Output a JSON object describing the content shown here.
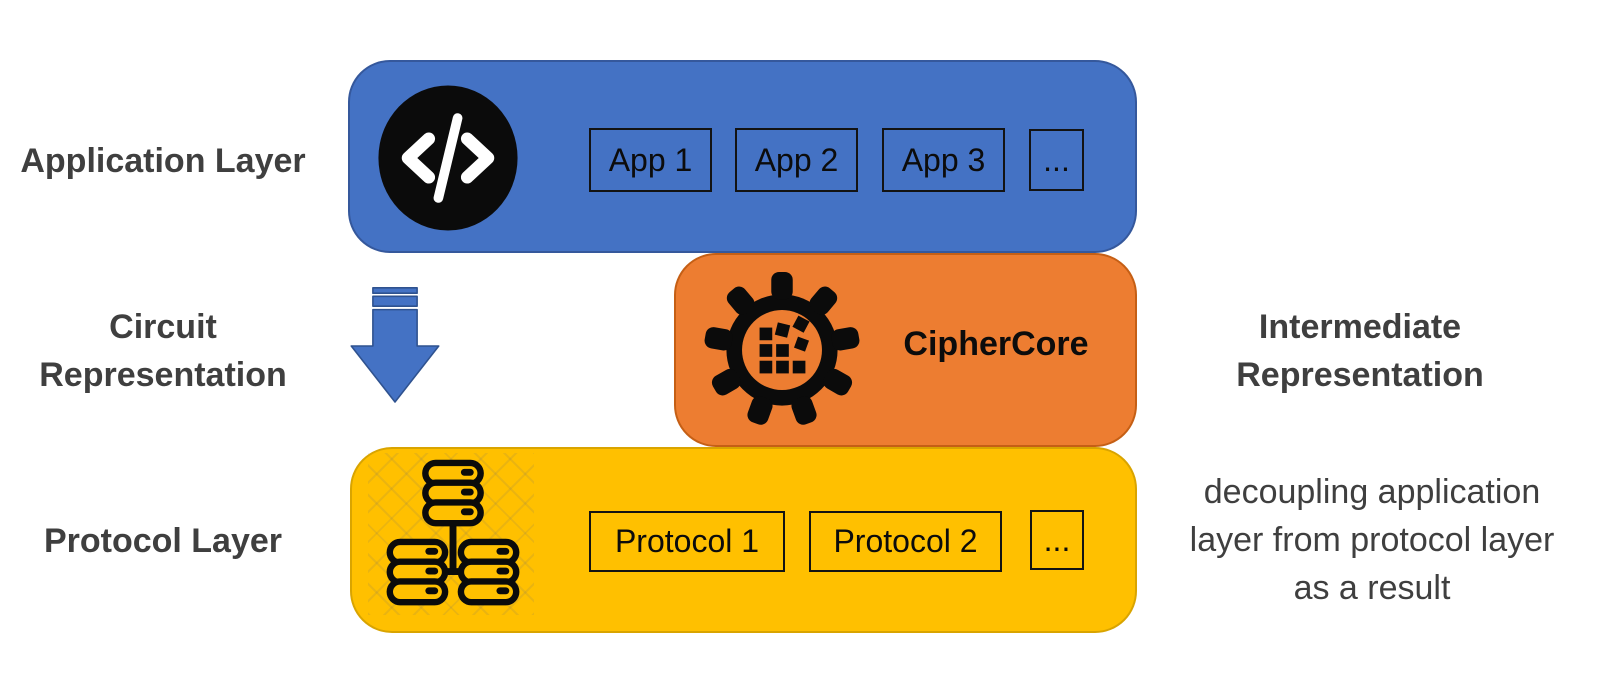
{
  "colors": {
    "application_layer_blue": "#4472C4",
    "intermediate_layer_orange": "#ED7D31",
    "protocol_layer_yellow": "#FFC000",
    "side_label_gray": "#3F3F3F",
    "arrow_blue": "#4472C4",
    "chip_border_black": "#131313"
  },
  "labels": {
    "application_layer": "Application Layer",
    "circuit_representation": {
      "line1": "Circuit",
      "line2": "Representation"
    },
    "protocol_layer": "Protocol Layer",
    "intermediate_representation": {
      "line1": "Intermediate",
      "line2": "Representation"
    },
    "note": {
      "line1": "decoupling application",
      "line2": "layer from protocol layer",
      "line3": "as a result"
    }
  },
  "application_layer": {
    "icon": "code-icon",
    "apps": [
      {
        "label": "App 1"
      },
      {
        "label": "App 2"
      },
      {
        "label": "App 3"
      },
      {
        "label": "..."
      }
    ]
  },
  "intermediate_layer": {
    "icon": "gear-icon",
    "name": "CipherCore"
  },
  "protocol_layer": {
    "icon": "server-cluster-icon",
    "protocols": [
      {
        "label": "Protocol 1"
      },
      {
        "label": "Protocol 2"
      },
      {
        "label": "..."
      }
    ]
  }
}
